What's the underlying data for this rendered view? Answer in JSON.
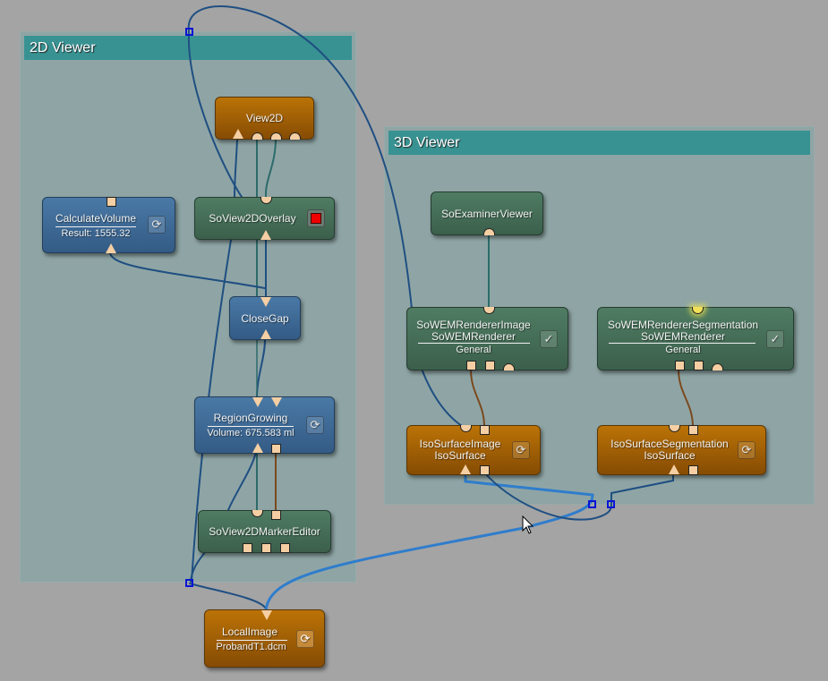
{
  "groups": {
    "viewer2d": {
      "title": "2D Viewer"
    },
    "viewer3d": {
      "title": "3D Viewer"
    }
  },
  "nodes": {
    "view2d": {
      "title": "View2D"
    },
    "calculate_volume": {
      "title": "CalculateVolume",
      "subtitle": "Result: 1555.32",
      "button_icon": "refresh-icon"
    },
    "so_view2d_overlay": {
      "title": "SoView2DOverlay",
      "button_icon": "red-stop-icon"
    },
    "close_gap": {
      "title": "CloseGap"
    },
    "region_growing": {
      "title": "RegionGrowing",
      "subtitle": "Volume: 675.583 ml",
      "button_icon": "refresh-icon"
    },
    "so_view2d_marker_editor": {
      "title": "SoView2DMarkerEditor"
    },
    "local_image": {
      "title": "LocalImage",
      "subtitle": "ProbandT1.dcm",
      "button_icon": "refresh-icon"
    },
    "so_examiner_viewer": {
      "title": "SoExaminerViewer"
    },
    "sowem_renderer_image": {
      "title": "SoWEMRendererImage",
      "type_label": "SoWEMRenderer",
      "subtitle": "General",
      "button_icon": "checkbox-checked-icon"
    },
    "sowem_renderer_segmentation": {
      "title": "SoWEMRendererSegmentation",
      "type_label": "SoWEMRenderer",
      "subtitle": "General",
      "button_icon": "checkbox-checked-icon"
    },
    "iso_surface_image": {
      "title": "IsoSurfaceImage",
      "type_label": "IsoSurface",
      "button_icon": "refresh-icon"
    },
    "iso_surface_segmentation": {
      "title": "IsoSurfaceSegmentation",
      "type_label": "IsoSurface",
      "button_icon": "refresh-icon"
    }
  },
  "icons": {
    "refresh": "⟳",
    "check": "✓"
  },
  "colors": {
    "canvas": "#a4a4a4",
    "group_body": "#8fa5a5",
    "group_header": "#389292",
    "node_orange": "#a76205",
    "node_green": "#456e57",
    "node_blue": "#3f6a96",
    "wire_dark": "#1f4f82",
    "wire_light": "#2f7dcc",
    "wire_teal": "#2d6b6b",
    "wire_brown": "#7a4a1e",
    "handle": "#0a14d6",
    "port": "#f5cfa3"
  }
}
